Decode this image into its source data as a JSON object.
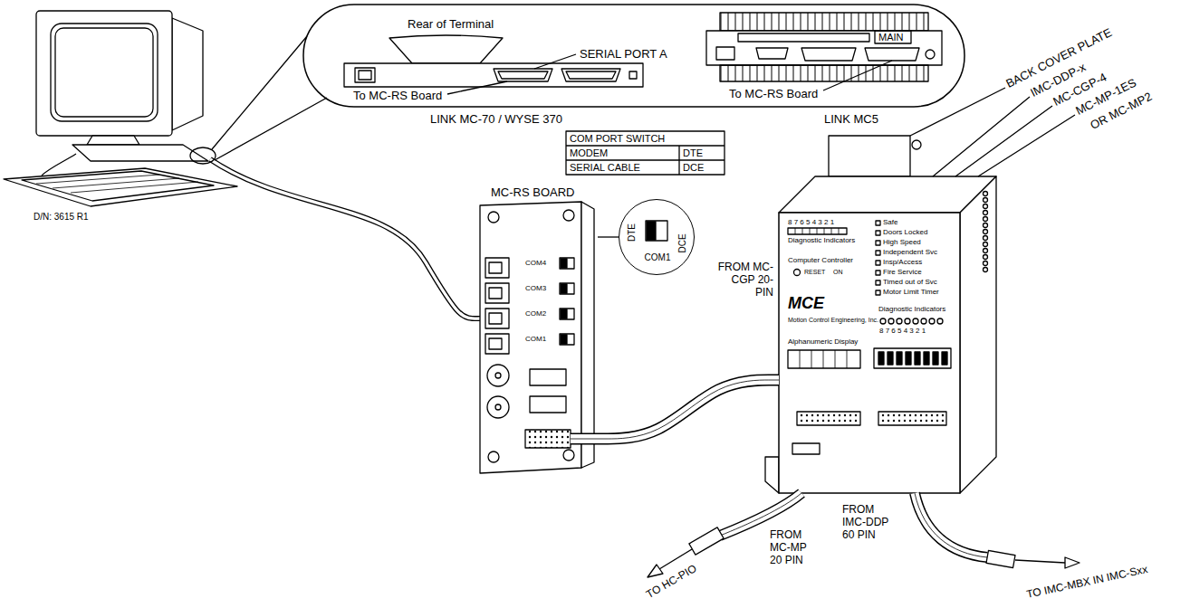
{
  "diagram": {
    "nodes": [
      {
        "text": [
          "Rear of Terminal",
          "SERIAL PORT A",
          "To MC-RS Board",
          "LINK MC-70 / WYSE 370"
        ]
      },
      {
        "text": [
          "MAIN",
          "To MC-RS Board",
          "LINK MC5"
        ]
      },
      {
        "text": [
          "MC-RS BOARD",
          "COM4",
          "COM3",
          "COM2",
          "COM1"
        ]
      },
      {
        "text": [
          "DTE",
          "DCE",
          "COM1"
        ]
      },
      {
        "text": [
          "8 7 6 5 4 3 2 1",
          "Diagnostic Indicators",
          "Computer Controller",
          "RESET",
          "ON",
          "Safe",
          "Doors Locked",
          "High Speed",
          "Independent Svc",
          "Insp/Access",
          "Fire Service",
          "Timed out of Svc",
          "Motor Limit Timer",
          "MCE",
          "Motion Control Engineering, Inc.",
          "Diagnostic Indicators",
          "8 7 6 5 4 3 2 1",
          "Alphanumeric Display"
        ]
      }
    ],
    "edges": [
      {
        "from": 2,
        "to": 3,
        "arrow": "none"
      },
      {
        "from": 2,
        "to": 4,
        "arrow": "none"
      }
    ],
    "labels": [
      "COM PORT SWITCH",
      "MODEM",
      "DTE",
      "SERIAL CABLE",
      "DCE",
      "D/N: 3615 R1",
      "BACK COVER PLATE",
      "IMC-DDP-x",
      "MC-CGP-4",
      "MC-MP-1ES",
      "OR MC-MP2",
      "FROM MC-CGP 20-PIN",
      "FROM MC-MP 20 PIN",
      "TO HC-PIO",
      "FROM IMC-DDP 60 PIN",
      "TO IMC-MBX IN IMC-Sxx"
    ]
  }
}
